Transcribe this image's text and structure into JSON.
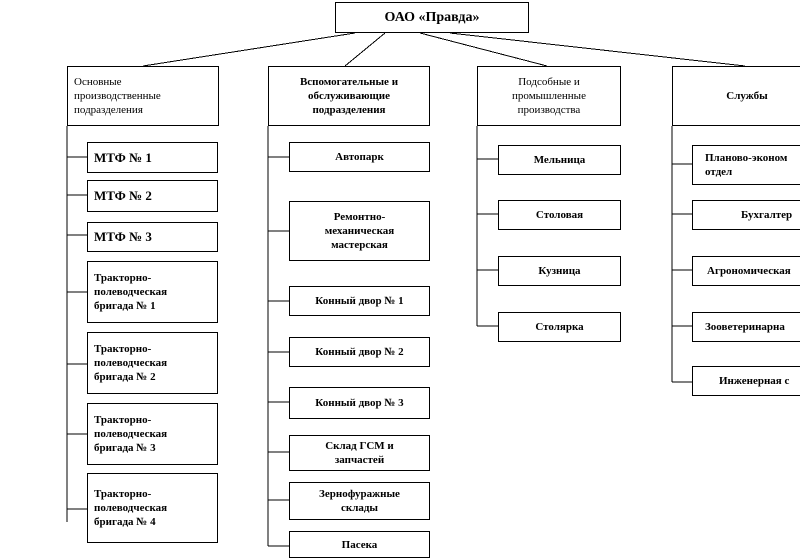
{
  "root": {
    "label": "ОАО «Правда»"
  },
  "columns": [
    {
      "header": "Основные\nпроизводственные\nподразделения",
      "items": [
        "МТФ № 1",
        "МТФ № 2",
        "МТФ № 3",
        "Тракторно-\nполеводческая\nбригада № 1",
        "Тракторно-\nполеводческая\nбригада № 2",
        "Тракторно-\nполеводческая\nбригада № 3",
        "Тракторно-\nполеводческая\nбригада № 4"
      ]
    },
    {
      "header": "Вспомогательные и\nобслуживающие\nподразделения",
      "items": [
        "Автопарк",
        "Ремонтно-\nмеханическая\nмастерская",
        "Конный двор № 1",
        "Конный двор № 2",
        "Конный двор № 3",
        "Склад ГСМ и\nзапчастей",
        "Зернофуражные\nсклады",
        "Пасека"
      ]
    },
    {
      "header": "Подсобные и\nпромышленные\nпроизводства",
      "items": [
        "Мельница",
        "Столовая",
        "Кузница",
        "Столярка"
      ]
    },
    {
      "header": "Службы",
      "items": [
        "Планово-эконом\nотдел",
        "Бухгалтер",
        "Агрономическая",
        "Зооветеринарна",
        "Инженерная с"
      ]
    }
  ]
}
